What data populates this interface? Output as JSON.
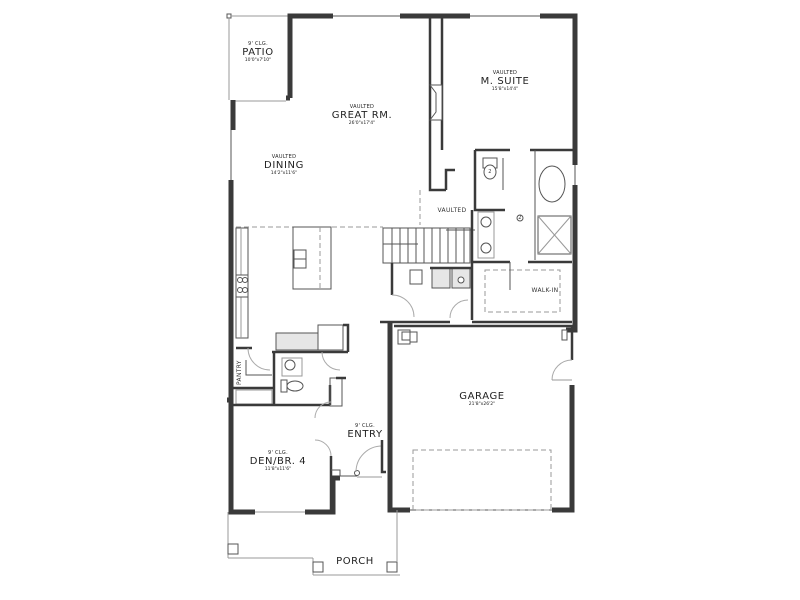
{
  "plan": {
    "rooms": {
      "patio": {
        "pre": "9' CLG.",
        "name": "PATIO",
        "dim": "10'0\"x7'10\""
      },
      "great_room": {
        "pre": "VAULTED",
        "name": "GREAT RM.",
        "dim": "26'0\"x17'4\""
      },
      "dining": {
        "pre": "VAULTED",
        "name": "DINING",
        "dim": "14'2\"x11'6\""
      },
      "master_suite": {
        "pre": "VAULTED",
        "name": "M. SUITE",
        "dim": "15'8\"x14'4\""
      },
      "garage": {
        "name": "GARAGE",
        "dim": "21'8\"x26'2\""
      },
      "den": {
        "pre": "9' CLG.",
        "name": "DEN/BR. 4",
        "dim": "11'8\"x11'6\""
      },
      "entry": {
        "pre": "9' CLG.",
        "name": "ENTRY"
      },
      "porch": {
        "name": "PORCH"
      }
    },
    "labels": {
      "vaulted_hall": "VAULTED",
      "walk_in": "WALK-IN",
      "pantry": "PANTRY",
      "bath_marker": "2",
      "toilet_marker": "2"
    }
  }
}
